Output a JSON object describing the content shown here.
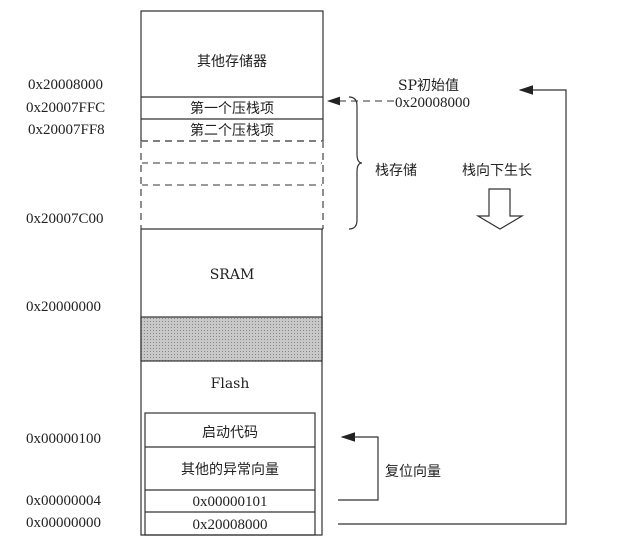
{
  "regions": {
    "other_memory": "其他存储器",
    "push1": "第一个压栈项",
    "push2": "第二个压栈项",
    "sram": "SRAM",
    "flash": "Flash",
    "boot_code": "启动代码",
    "other_vectors": "其他的异常向量",
    "reset_vector_value": "0x00000101",
    "sp_value": "0x20008000"
  },
  "addresses": [
    "0x20008000",
    "0x20007FFC",
    "0x20007FF8",
    "0x20007C00",
    "0x20000000",
    "0x00000100",
    "0x00000004",
    "0x00000000"
  ],
  "annotations": {
    "sp_initial": "SP初始值",
    "sp_initial_addr": "0x20008000",
    "stack_storage": "栈存储",
    "stack_grows_down": "栈向下生长",
    "reset_vector": "复位向量"
  },
  "colors": {
    "reserved_band": "#b8b8b8"
  }
}
